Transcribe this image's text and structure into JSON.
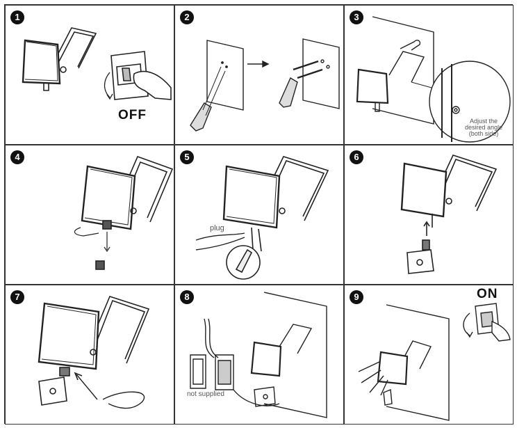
{
  "steps": [
    {
      "number": "1",
      "label": "OFF"
    },
    {
      "number": "2"
    },
    {
      "number": "3",
      "callout": [
        "Adjust the",
        "desired angle",
        "(both side)"
      ]
    },
    {
      "number": "4"
    },
    {
      "number": "5",
      "label": "plug"
    },
    {
      "number": "6"
    },
    {
      "number": "7"
    },
    {
      "number": "8",
      "label": "not supplied"
    },
    {
      "number": "9",
      "label": "ON"
    }
  ]
}
